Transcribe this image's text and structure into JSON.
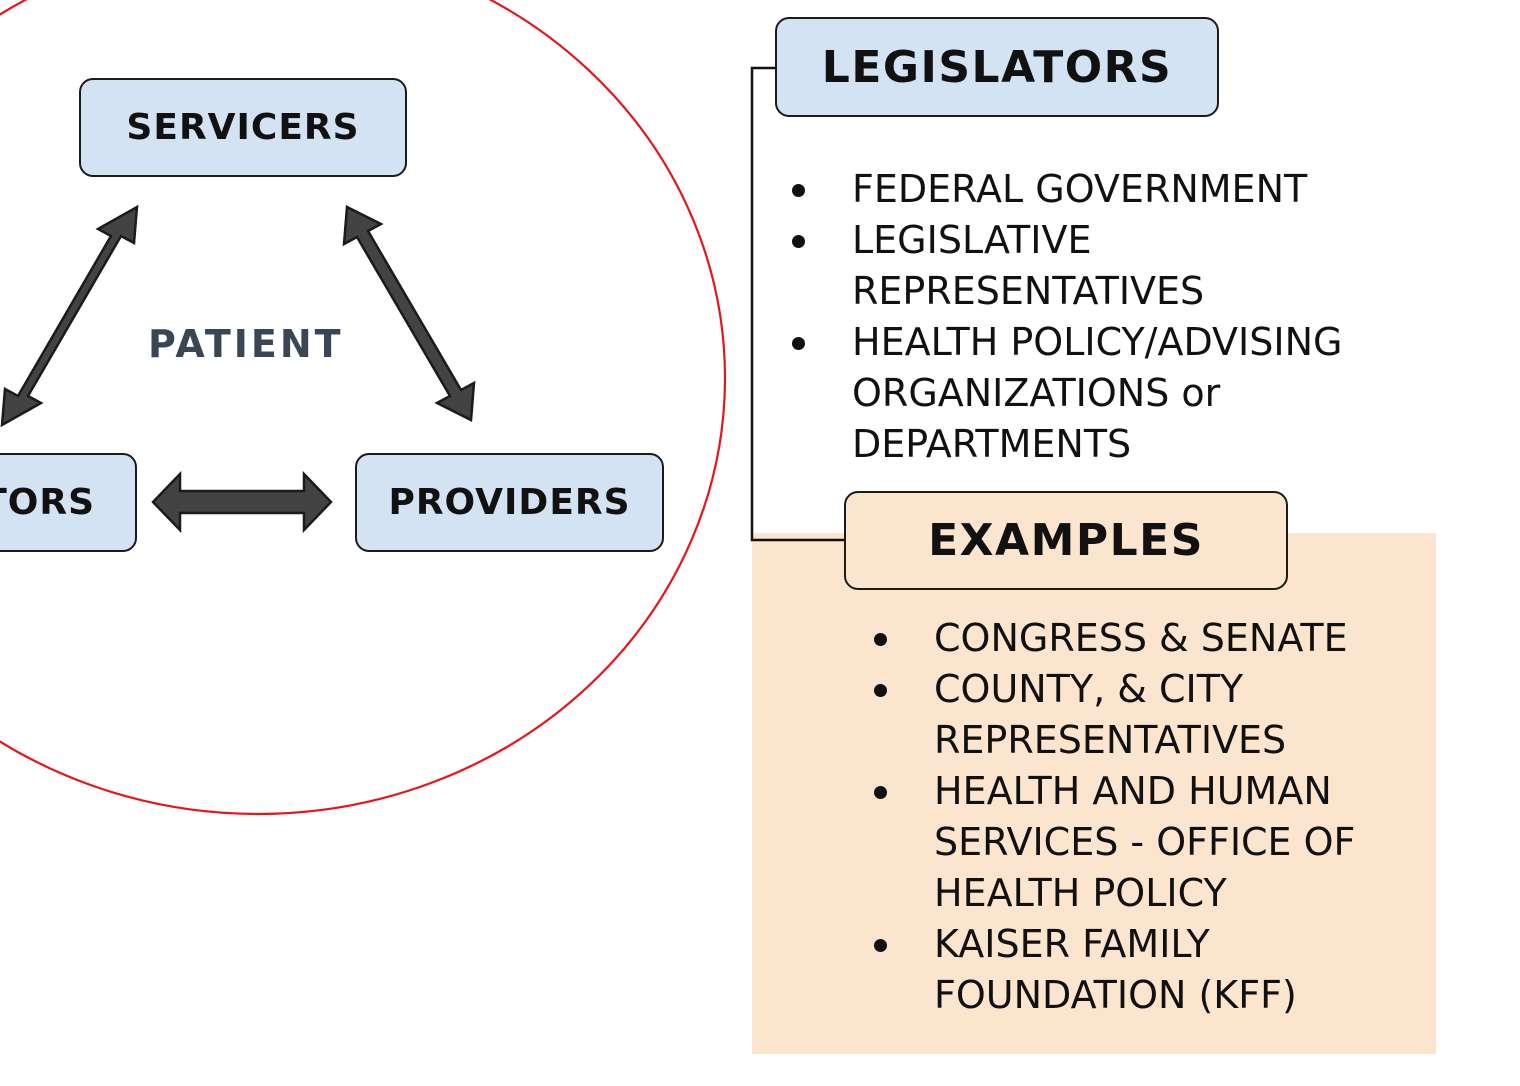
{
  "diagram": {
    "center_label": "PATIENT",
    "nodes": {
      "servicers": "SERVICERS",
      "left_partial": "TORS",
      "providers": "PROVIDERS"
    }
  },
  "legislators": {
    "title": "LEGISLATORS",
    "items": [
      "FEDERAL GOVERNMENT",
      "LEGISLATIVE REPRESENTATIVES",
      "HEALTH POLICY/ADVISING ORGANIZATIONS or DEPARTMENTS"
    ]
  },
  "examples": {
    "title": "EXAMPLES",
    "items": [
      "CONGRESS & SENATE",
      "COUNTY, & CITY REPRESENTATIVES",
      "HEALTH AND HUMAN SERVICES - OFFICE OF HEALTH POLICY",
      "KAISER FAMILY FOUNDATION (KFF)"
    ]
  },
  "colors": {
    "node_fill": "#d3e3f4",
    "examples_fill": "#fbe5cf",
    "circle_stroke": "#e8141b",
    "arrow_fill": "#434343",
    "patient_text": "#3a4654"
  }
}
